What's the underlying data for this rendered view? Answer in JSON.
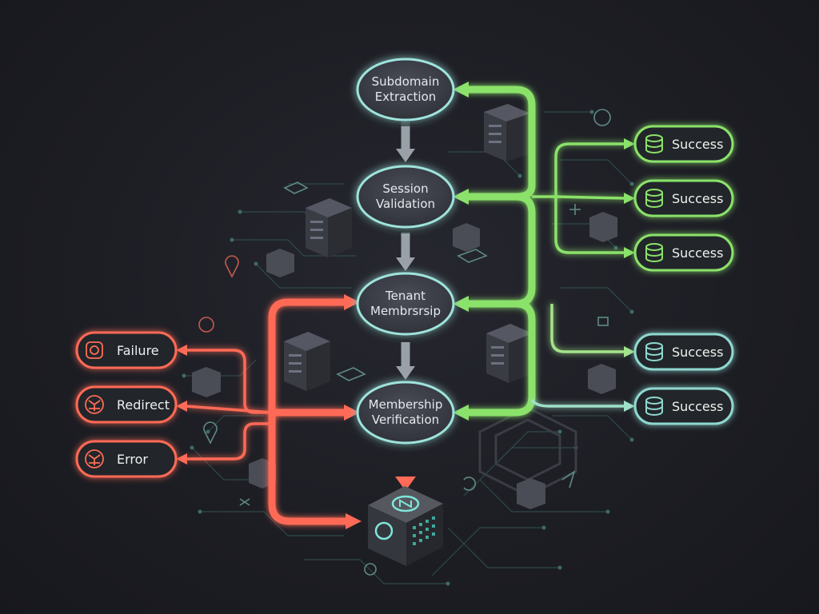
{
  "colors": {
    "background": "#1b1c22",
    "process_node_fill": "#3b3e47",
    "process_node_glow": "#9fe3dc",
    "success": "#8be26a",
    "success_alt": "#8fd8d0",
    "failure": "#ff6b57",
    "main_arrow": "#9aa0a8",
    "circuit": "#3c5a5a"
  },
  "nodes": [
    {
      "id": "subdomain",
      "lines": [
        "Subdomain",
        "Extraction"
      ]
    },
    {
      "id": "session",
      "lines": [
        "Session",
        "Validation"
      ]
    },
    {
      "id": "tenant",
      "lines": [
        "Tenant",
        "Membrsrsip"
      ]
    },
    {
      "id": "membership",
      "lines": [
        "Membership",
        "Verification"
      ]
    }
  ],
  "success_outcomes": [
    {
      "label": "Success",
      "icon": "database-icon",
      "tone": "green"
    },
    {
      "label": "Success",
      "icon": "database-icon",
      "tone": "green"
    },
    {
      "label": "Success",
      "icon": "database-icon",
      "tone": "green"
    },
    {
      "label": "Success",
      "icon": "database-icon",
      "tone": "teal"
    },
    {
      "label": "Success",
      "icon": "database-icon",
      "tone": "teal"
    }
  ],
  "failure_outcomes": [
    {
      "label": "Failure",
      "icon": "gauge-icon"
    },
    {
      "label": "Redirect",
      "icon": "network-icon"
    },
    {
      "label": "Error",
      "icon": "network-icon"
    }
  ],
  "terminal": {
    "icon": "n-logo-icon"
  }
}
